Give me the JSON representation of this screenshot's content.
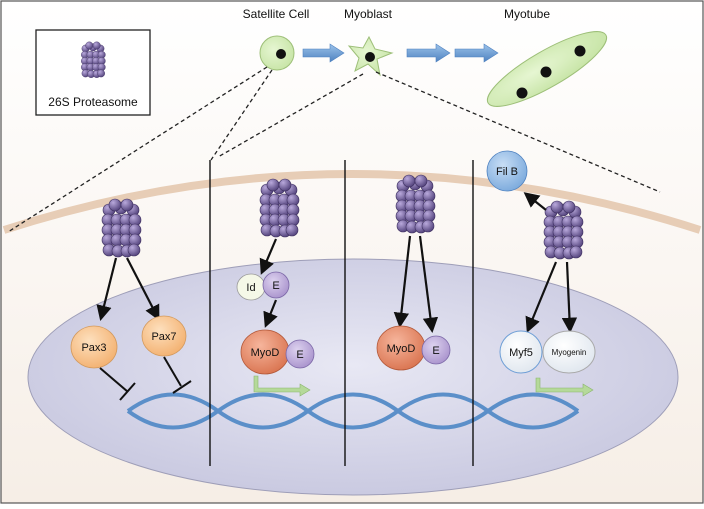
{
  "legend": {
    "label": "26S Proteasome"
  },
  "stages": {
    "satellite": "Satellite Cell",
    "myoblast": "Myoblast",
    "myotube": "Myotube"
  },
  "proteins": {
    "fil_b": "Fil B",
    "pax3": "Pax3",
    "pax7": "Pax7",
    "id": "Id",
    "e_panel2_top": "E",
    "myod_panel2": "MyoD",
    "e_panel2": "E",
    "myod_panel3": "MyoD",
    "e_panel3": "E",
    "myf5": "Myf5",
    "myogenin": "Myogenin"
  },
  "colors": {
    "frame": "#555555",
    "cell_fill": "#d6efb8",
    "cell_stroke": "#9dbf78",
    "proteasome": "#6b5b8f",
    "nucleus": "#d6d6ea",
    "dna": "#5b8fc9",
    "pax": "#f8c48e",
    "myod": "#e88f6e",
    "e_protein": "#b8a6d6",
    "fil_b": "#9cc3ea",
    "arrow_blue": "#5b8fc9",
    "promoter_arrow": "#a8d08d"
  }
}
